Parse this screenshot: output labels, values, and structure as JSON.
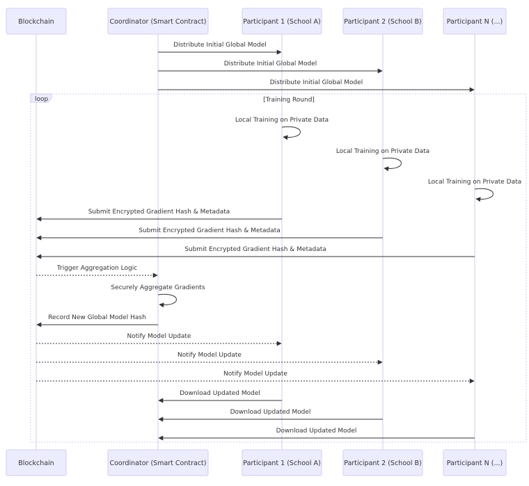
{
  "participants": [
    {
      "id": "bc",
      "label": "Blockchain"
    },
    {
      "id": "co",
      "label": "Coordinator (Smart Contract)"
    },
    {
      "id": "p1",
      "label": "Participant 1 (School A)"
    },
    {
      "id": "p2",
      "label": "Participant 2 (School B)"
    },
    {
      "id": "pn",
      "label": "Participant N (...)"
    }
  ],
  "loop": {
    "keyword": "loop",
    "title": "[Training Round]"
  },
  "messages": [
    {
      "from": "co",
      "to": "p1",
      "text": "Distribute Initial Global Model",
      "style": "solid"
    },
    {
      "from": "co",
      "to": "p2",
      "text": "Distribute Initial Global Model",
      "style": "solid"
    },
    {
      "from": "co",
      "to": "pn",
      "text": "Distribute Initial Global Model",
      "style": "solid"
    },
    {
      "from": "p1",
      "to": "p1",
      "text": "Local Training on Private Data",
      "style": "solid"
    },
    {
      "from": "p2",
      "to": "p2",
      "text": "Local Training on Private Data",
      "style": "solid"
    },
    {
      "from": "pn",
      "to": "pn",
      "text": "Local Training on Private Data",
      "style": "solid"
    },
    {
      "from": "p1",
      "to": "bc",
      "text": "Submit Encrypted Gradient Hash & Metadata",
      "style": "solid"
    },
    {
      "from": "p2",
      "to": "bc",
      "text": "Submit Encrypted Gradient Hash & Metadata",
      "style": "solid"
    },
    {
      "from": "pn",
      "to": "bc",
      "text": "Submit Encrypted Gradient Hash & Metadata",
      "style": "solid"
    },
    {
      "from": "bc",
      "to": "co",
      "text": "Trigger Aggregation Logic",
      "style": "dotted"
    },
    {
      "from": "co",
      "to": "co",
      "text": "Securely Aggregate Gradients",
      "style": "solid"
    },
    {
      "from": "co",
      "to": "bc",
      "text": "Record New Global Model Hash",
      "style": "solid"
    },
    {
      "from": "bc",
      "to": "p1",
      "text": "Notify Model Update",
      "style": "dotted"
    },
    {
      "from": "bc",
      "to": "p2",
      "text": "Notify Model Update",
      "style": "dotted"
    },
    {
      "from": "bc",
      "to": "pn",
      "text": "Notify Model Update",
      "style": "dotted"
    },
    {
      "from": "p1",
      "to": "co",
      "text": "Download Updated Model",
      "style": "solid"
    },
    {
      "from": "p2",
      "to": "co",
      "text": "Download Updated Model",
      "style": "solid"
    },
    {
      "from": "pn",
      "to": "co",
      "text": "Download Updated Model",
      "style": "solid"
    }
  ]
}
